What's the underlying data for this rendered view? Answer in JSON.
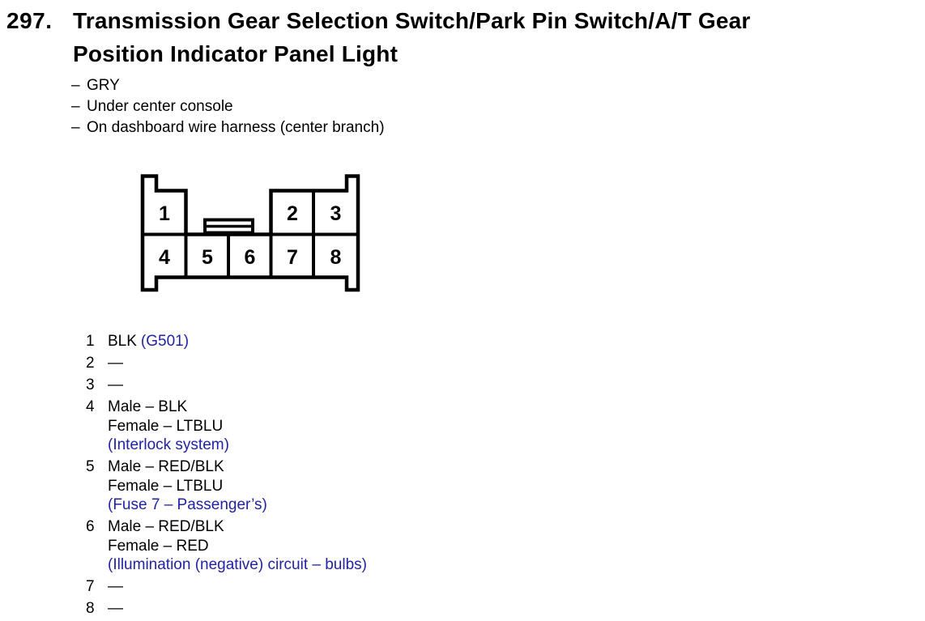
{
  "page": {
    "background": "#ffffff",
    "text_color": "#000000",
    "accent_blue": "#2222a4"
  },
  "header": {
    "item_number": "297.",
    "title_line1": "Transmission Gear Selection Switch/Park Pin Switch/A/T Gear",
    "title_line2": "Position Indicator Panel Light"
  },
  "details": {
    "dash": "–",
    "items": [
      "GRY",
      "Under center console",
      "On dashboard wire harness (center branch)"
    ]
  },
  "connector": {
    "description": "8-cavity connector, front view",
    "cavities": [
      "1",
      "2",
      "3",
      "4",
      "5",
      "6",
      "7",
      "8"
    ]
  },
  "pins": [
    {
      "num": "1",
      "wire": "BLK",
      "note": "(G501)"
    },
    {
      "num": "2",
      "wire": "—"
    },
    {
      "num": "3",
      "wire": "—"
    },
    {
      "num": "4",
      "male": "Male – BLK",
      "female": "Female – LTBLU",
      "note": "(Interlock system)"
    },
    {
      "num": "5",
      "male": "Male – RED/BLK",
      "female": "Female – LTBLU",
      "note": "(Fuse 7 – Passenger’s)"
    },
    {
      "num": "6",
      "male": "Male – RED/BLK",
      "female": "Female – RED",
      "note": "(Illumination (negative) circuit – bulbs)"
    },
    {
      "num": "7",
      "wire": "—"
    },
    {
      "num": "8",
      "wire": "—"
    }
  ]
}
